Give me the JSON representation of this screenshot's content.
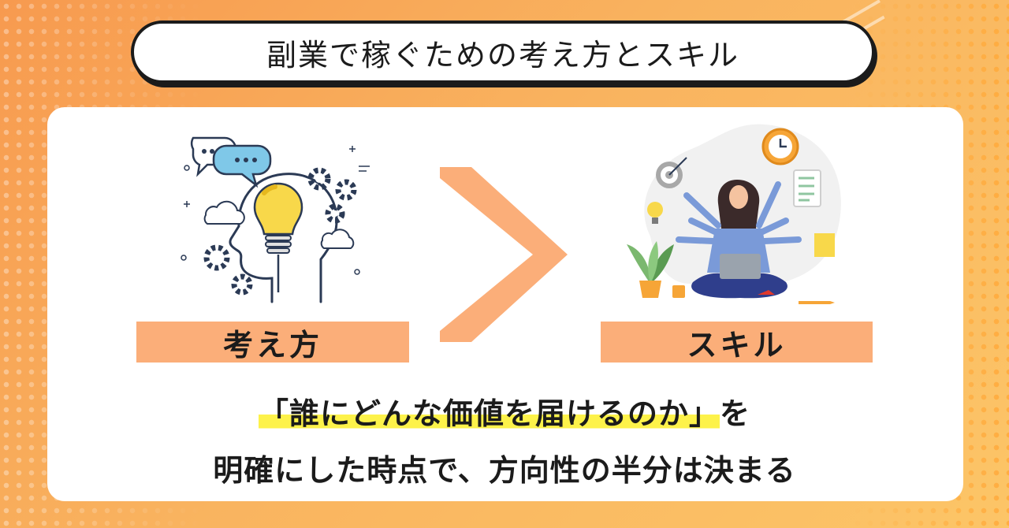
{
  "header": {
    "title": "副業で稼ぐための考え方とスキル"
  },
  "left": {
    "label": "考え方",
    "illustration": "head-lightbulb-gears-illustration"
  },
  "right": {
    "label": "スキル",
    "illustration": "multitasking-woman-laptop-illustration"
  },
  "comparison": {
    "symbol": "greater-than-chevron"
  },
  "message": {
    "line1_highlight": "「誰にどんな価値を届けるのか」",
    "line1_rest": "を",
    "line2": "明確にした時点で、方向性の半分は決まる"
  },
  "colors": {
    "accent_orange": "#fbae79",
    "highlight_yellow": "#fdf24a",
    "chevron": "#fbae79",
    "background_start": "#f79a4f",
    "background_end": "#fcc567"
  }
}
